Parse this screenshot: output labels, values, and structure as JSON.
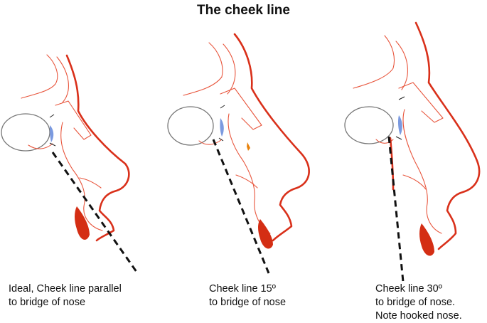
{
  "title": "The cheek line",
  "panels": [
    {
      "caption_lines": [
        "Ideal, Cheek line parallel",
        "to bridge of nose"
      ]
    },
    {
      "caption_lines": [
        "Cheek line 15º",
        "to bridge of nose"
      ]
    },
    {
      "caption_lines": [
        "Cheek line 30º",
        "to bridge of nose.",
        "Note hooked nose."
      ]
    }
  ],
  "colors": {
    "contour_line": "#e8553c",
    "profile_line": "#d9301a",
    "lip_fill": "#d42e14",
    "eye_outline": "#777777",
    "eye_highlight": "#7b9ae0",
    "cheek_line": "#111111"
  }
}
